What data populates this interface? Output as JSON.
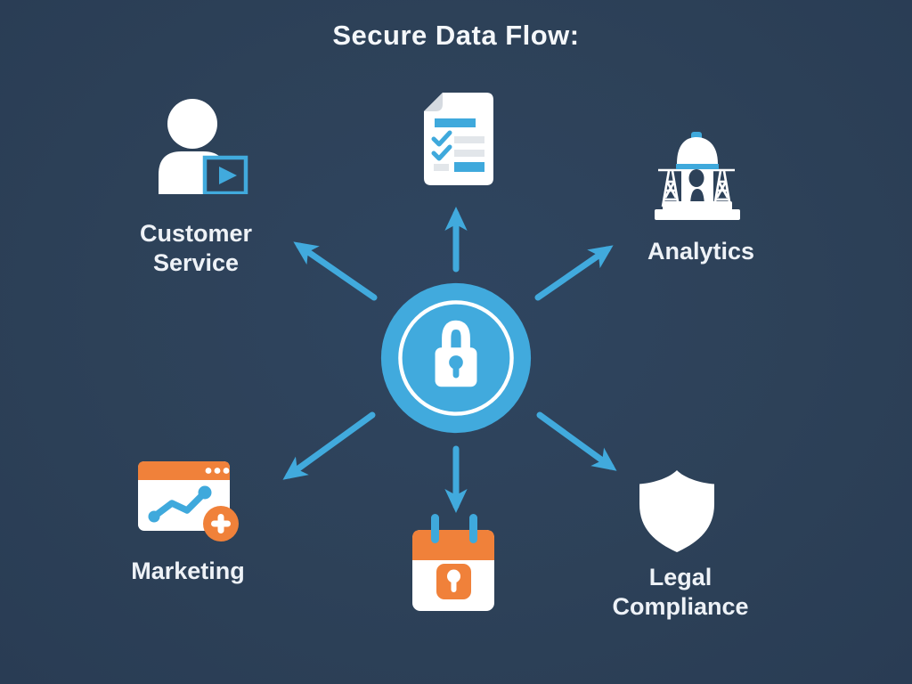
{
  "title": "Secure Data Flow:",
  "center": {
    "name": "secure-data-hub",
    "icon": "lock-icon"
  },
  "nodes": [
    {
      "id": "customer-service",
      "label": "Customer Service",
      "icon": "person-video-icon",
      "position": "top-left"
    },
    {
      "id": "document-checklist",
      "label": "",
      "icon": "document-checklist-icon",
      "position": "top"
    },
    {
      "id": "analytics",
      "label": "Analytics",
      "icon": "observatory-tower-icon",
      "position": "top-right"
    },
    {
      "id": "marketing",
      "label": "Marketing",
      "icon": "chart-window-plus-icon",
      "position": "bottom-left"
    },
    {
      "id": "secure-calendar",
      "label": "",
      "icon": "calendar-lock-icon",
      "position": "bottom"
    },
    {
      "id": "legal-compliance",
      "label": "Legal Compliance",
      "icon": "shield-icon",
      "position": "bottom-right"
    }
  ],
  "colors": {
    "background": "#2d4158",
    "accent_blue": "#41aadd",
    "orange": "#f0813a",
    "white": "#ffffff",
    "light_gray": "#dde2e8",
    "text": "#f2f5f9"
  }
}
